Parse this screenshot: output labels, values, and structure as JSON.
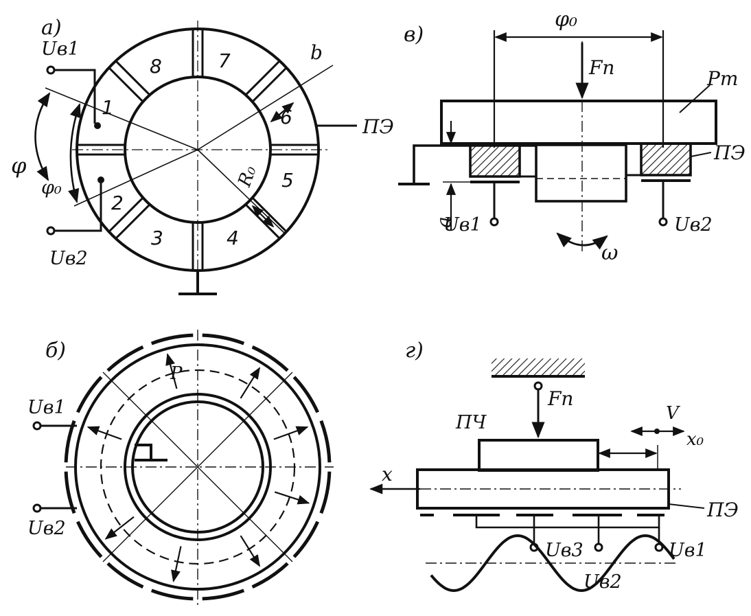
{
  "colors": {
    "ink": "#111111",
    "paper": "#ffffff"
  },
  "panel_a": {
    "tag": "а)",
    "u_top": "Uв1",
    "u_bottom": "Uв2",
    "phi": "φ",
    "phi0": "φ₀",
    "b": "b",
    "rd": "R₀",
    "pe": "ПЭ",
    "segments": [
      "1",
      "2",
      "3",
      "4",
      "5",
      "6",
      "7",
      "8"
    ]
  },
  "panel_b": {
    "tag": "б)",
    "u_top": "Uв1",
    "u_bottom": "Uв2",
    "p": "P"
  },
  "panel_v": {
    "tag": "в)",
    "phi0": "φ₀",
    "force": "Fп",
    "rotor": "Pт",
    "pe": "ПЭ",
    "a": "a",
    "u_left": "Uв1",
    "u_right": "Uв2",
    "omega": "ω"
  },
  "panel_g": {
    "tag": "г)",
    "force": "Fп",
    "slider": "ПЧ",
    "v": "V",
    "x0": "x₀",
    "x": "x",
    "pe": "ПЭ",
    "u1": "Uв1",
    "u2": "Uв2",
    "u3": "Uв3"
  }
}
